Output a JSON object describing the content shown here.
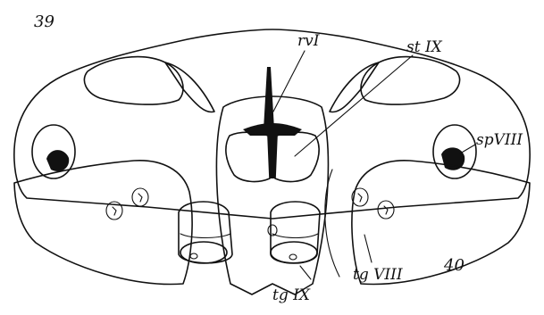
{
  "figure": {
    "numbers": {
      "left": "39",
      "right": "40"
    },
    "labels": {
      "rvI": "rvI",
      "stIX": "st IX",
      "spVIII": "spVIII",
      "tgIX": "tg IX",
      "tgVIII": "tg VIII"
    }
  },
  "colors": {
    "ink": "#111111",
    "paper": "#ffffff",
    "solid": "#111111"
  }
}
